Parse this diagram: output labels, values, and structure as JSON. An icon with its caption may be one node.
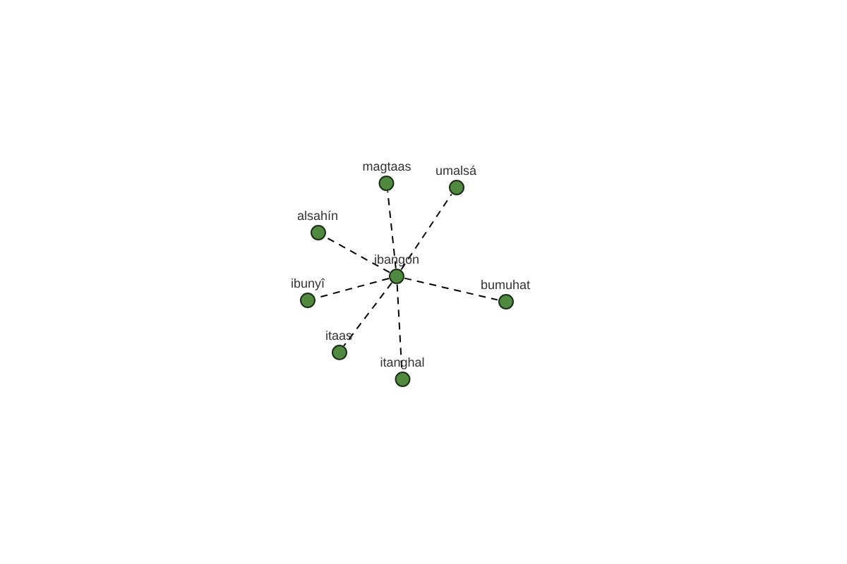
{
  "diagram": {
    "nodes": [
      {
        "text": [
          "magtaas"
        ]
      },
      {
        "text": [
          "umalsá"
        ]
      },
      {
        "text": [
          "alsahín"
        ]
      },
      {
        "text": [
          "ibangon"
        ]
      },
      {
        "text": [
          "ibunyî"
        ]
      },
      {
        "text": [
          "bumuhat"
        ]
      },
      {
        "text": [
          "itaas"
        ]
      },
      {
        "text": [
          "itanghal"
        ]
      }
    ],
    "edges": [
      {
        "from": 3,
        "to": 0,
        "arrow": "none",
        "style": "dashed"
      },
      {
        "from": 3,
        "to": 1,
        "arrow": "none",
        "style": "dashed"
      },
      {
        "from": 3,
        "to": 2,
        "arrow": "none",
        "style": "dashed"
      },
      {
        "from": 3,
        "to": 4,
        "arrow": "none",
        "style": "dashed"
      },
      {
        "from": 3,
        "to": 5,
        "arrow": "none",
        "style": "dashed"
      },
      {
        "from": 3,
        "to": 6,
        "arrow": "none",
        "style": "dashed"
      },
      {
        "from": 3,
        "to": 7,
        "arrow": "none",
        "style": "dashed"
      }
    ]
  }
}
